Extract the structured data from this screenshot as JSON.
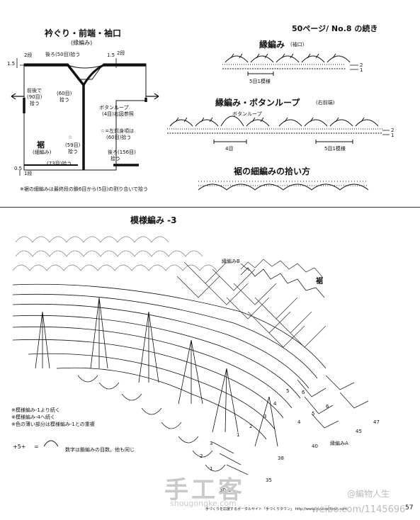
{
  "top_left": {
    "title": "衿ぐり・前端・袖口",
    "subtitle": "(縁編み)",
    "labels": {
      "back_pick": "後ろ(50目)拾う",
      "m15_left": "1.5",
      "m2_left": "2段",
      "m15_right": "1.5",
      "m2_right": "2段",
      "front_neck_line1": "前後で",
      "front_neck_line2": "(90目)",
      "front_neck_line3": "拾う",
      "sleeve_line1": "(60目)",
      "sleeve_line2": "拾う",
      "button_loop_line1": "ボタンループ",
      "button_loop_line2": "(4目)右図参照",
      "star_note_line1": "☆=左前身頃は",
      "star_note_line2": "(60目)拾う",
      "star_59_line1": "☆",
      "star_59_line2": "(59目)",
      "star_59_line3": "拾う",
      "hem": "裾",
      "hem_sub": "(細編み)",
      "back_156_line1": "後ろ(156目)",
      "back_156_line2": "拾う",
      "front_73": "(73目)拾う",
      "m05": "0.5",
      "m1": "1段",
      "note": "※裾の細編みは最終段の鎖6目から(5目)の割り合いで拾う"
    }
  },
  "top_right": {
    "continued": "50ページ/ No.8 の続き",
    "edging_title": "縁編み",
    "edging_sub": "(袖口)",
    "edging_rep": "5目1模様",
    "edging_rows": [
      "2",
      "1"
    ],
    "button_title": "縁編み・ボタンループ",
    "button_sub": "(右前端)",
    "button_loop": "ボタンループ",
    "button_4": "4目",
    "button_rep": "5目1模様",
    "button_rows": [
      "2",
      "1"
    ],
    "hem_title": "裾の細編みの拾い方"
  },
  "bottom": {
    "title": "模様編み -3",
    "edging_b": "縁編みB",
    "hem": "裾",
    "edging_a": "縁編みA",
    "row_numbers": [
      "47",
      "45",
      "40",
      "38",
      "35",
      "30",
      "31"
    ],
    "inner_numbers": [
      "6",
      "5",
      "4",
      "3",
      "2",
      "1",
      "6",
      "5",
      "4",
      "3",
      "2",
      "1"
    ],
    "notes": [
      "※模様編み-1より続く",
      "※模様編み-4へ続く",
      "※色の薄い部分は模様編み-1との重複"
    ],
    "legend_left": "+5+",
    "legend_eq": "=",
    "legend_note": "数字は鎖編みの目数。他も同じ",
    "footer": "手づくりを応援するポータルサイト「手づくりタウン」 http://www.tezukuritown.com",
    "page_number": "57"
  },
  "watermarks": {
    "logo_text": "手工客",
    "logo_url": "shougongke.com",
    "weibo_handle": "@編物人生",
    "weibo_url": "weibo.com/1145696"
  }
}
